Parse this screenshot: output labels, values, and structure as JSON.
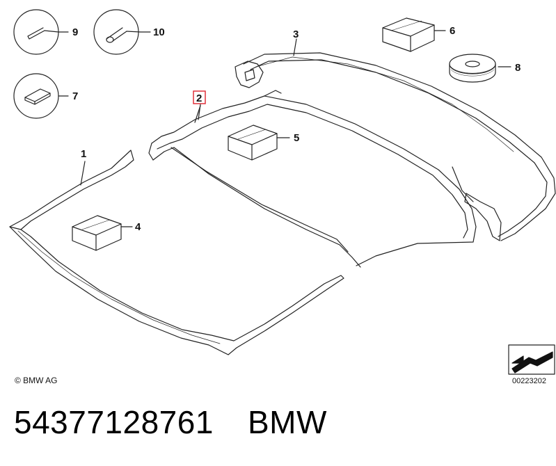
{
  "callouts": {
    "c1": "1",
    "c2": "2",
    "c3": "3",
    "c4": "4",
    "c5": "5",
    "c6": "6",
    "c7": "7",
    "c8": "8",
    "c9": "9",
    "c10": "10"
  },
  "highlight_color": "#e0303a",
  "copyright": "© BMW AG",
  "diagram_id": "00223202",
  "part_number": "54377128761",
  "brand": "BMW"
}
